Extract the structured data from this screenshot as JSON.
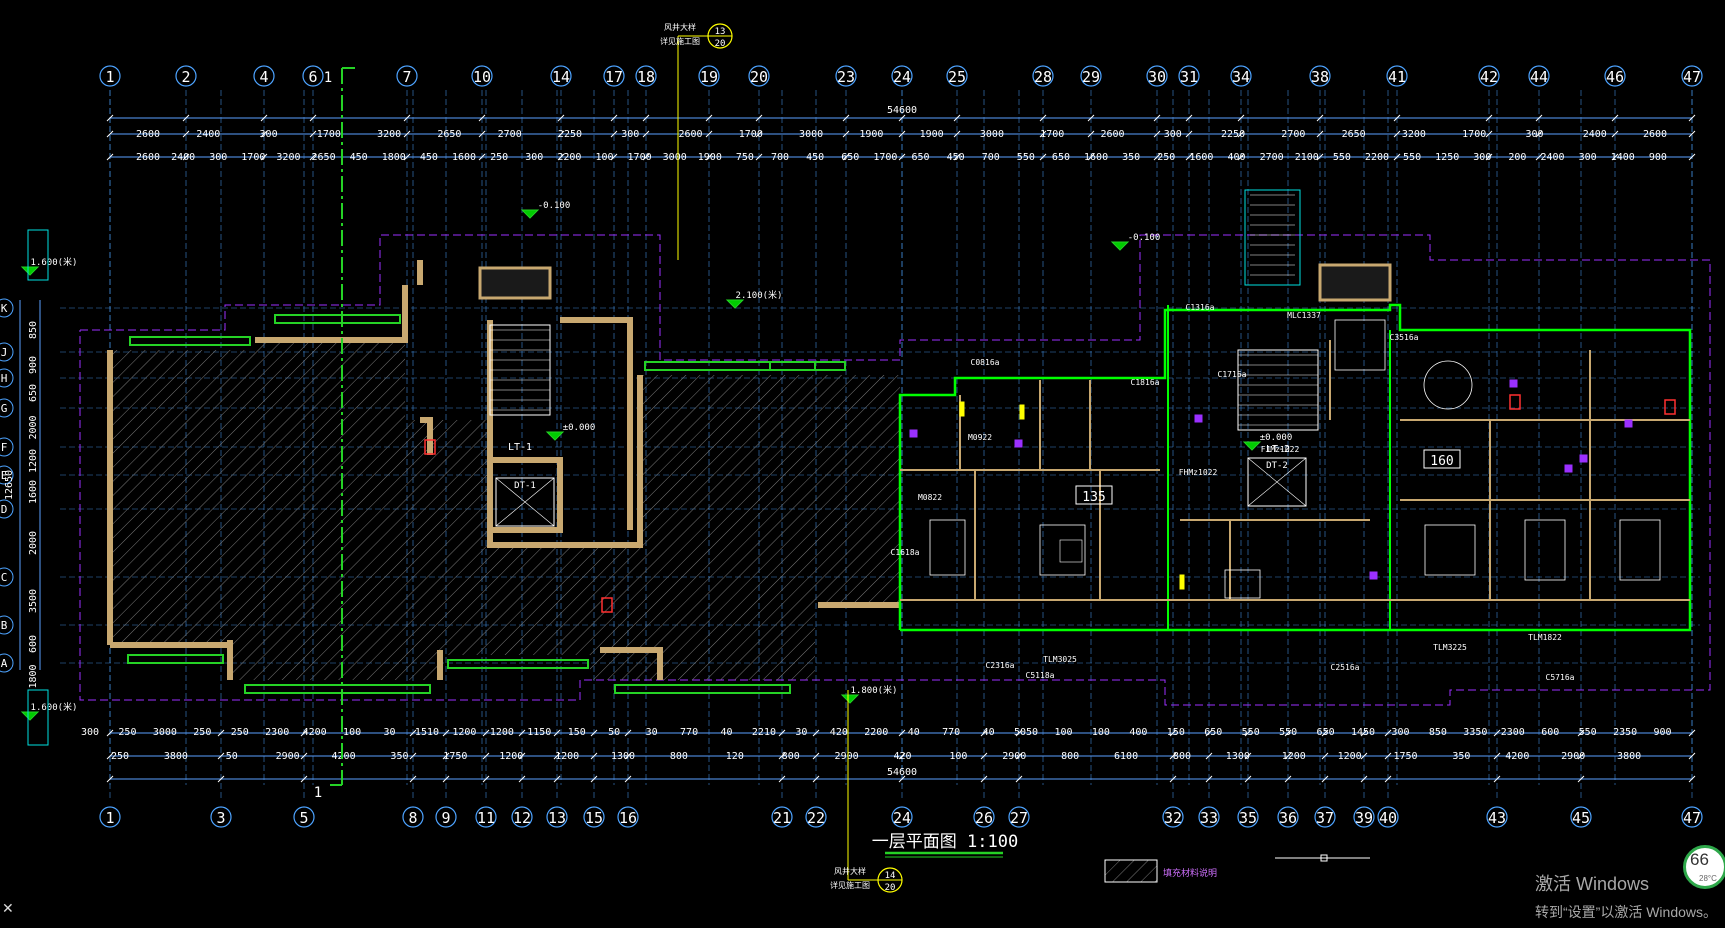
{
  "drawing": {
    "title": "一层平面图 1:100",
    "axes_top": [
      "1",
      "2",
      "4",
      "6",
      "7",
      "10",
      "14",
      "17",
      "18",
      "19",
      "20",
      "23",
      "24",
      "25",
      "28",
      "29",
      "30",
      "31",
      "34",
      "38",
      "41",
      "42",
      "44",
      "46",
      "47"
    ],
    "axes_bottom": [
      "1",
      "3",
      "5",
      "8",
      "9",
      "11",
      "12",
      "13",
      "15",
      "16",
      "21",
      "22",
      "24",
      "26",
      "27",
      "32",
      "33",
      "35",
      "36",
      "37",
      "39",
      "40",
      "43",
      "45",
      "47"
    ],
    "axes_left": [
      "K",
      "J",
      "H",
      "G",
      "F",
      "E",
      "D",
      "C",
      "B",
      "A"
    ],
    "overall_top": "54600",
    "overall_bottom": "54600",
    "dims_top_row1": [
      "2600",
      "2400",
      "300",
      "1700",
      "3200",
      "2650",
      "2700",
      "2250",
      "300",
      "2600",
      "1700",
      "3000",
      "1900",
      "1900",
      "3000",
      "1700",
      "2600",
      "300",
      "2250",
      "2700",
      "2650",
      "3200",
      "1700",
      "300",
      "2400",
      "2600"
    ],
    "dims_top_row2": [
      "2600",
      "2400",
      "300",
      "1700",
      "3200",
      "2650",
      "450",
      "1800",
      "450",
      "1600",
      "250",
      "300",
      "2200",
      "100",
      "1700",
      "3000",
      "1900",
      "750",
      "700",
      "450",
      "650",
      "1700",
      "650",
      "450",
      "700",
      "550",
      "650",
      "1600",
      "350",
      "250",
      "1600",
      "400",
      "2700",
      "2100",
      "550",
      "2200",
      "550",
      "1250",
      "300",
      "200",
      "2400",
      "300",
      "1400",
      "900"
    ],
    "dims_bottom_row1": [
      "300",
      "250",
      "3000",
      "250",
      "250",
      "2300",
      "4200",
      "100",
      "30",
      "1510",
      "1200",
      "1200",
      "1150",
      "150",
      "50",
      "30",
      "770",
      "40",
      "2210",
      "30",
      "420",
      "2200",
      "40",
      "770",
      "40",
      "5050",
      "100",
      "100",
      "400",
      "150",
      "650",
      "550",
      "550",
      "650",
      "1450",
      "300",
      "850",
      "3350",
      "2300",
      "600",
      "550",
      "2350",
      "900"
    ],
    "dims_bottom_row2": [
      "250",
      "3800",
      "50",
      "2900",
      "4200",
      "350",
      "1750",
      "1200",
      "1200",
      "1300",
      "800",
      "120",
      "800",
      "2900",
      "420",
      "100",
      "2900",
      "800",
      "6100",
      "800",
      "1300",
      "1200",
      "1200",
      "1750",
      "350",
      "4200",
      "2900",
      "3800"
    ],
    "dims_left": [
      "850",
      "900",
      "650",
      "2000",
      "1200",
      "1600",
      "2000",
      "3500",
      "600",
      "1800"
    ],
    "room_numbers": [
      "135",
      "160"
    ],
    "elevations": [
      "-0.100",
      "-0.100",
      "±0.000",
      "±0.000",
      "2.100(米)",
      "1.800(米)",
      "1.600(米)",
      "1.600(米)"
    ],
    "stairs": [
      "LT-1",
      "LT-2"
    ],
    "elevators": [
      "DT-1",
      "DT-2"
    ],
    "door_window_labels": [
      "M0822",
      "M0922",
      "C0816a",
      "C1816a",
      "C1716a",
      "C3516a",
      "C5118a",
      "C2316a",
      "C5716a",
      "C2516a",
      "TLM3025",
      "TLM3225",
      "TLM1822",
      "MLC1337",
      "FHMz1022",
      "FJMz1022",
      "C1316a",
      "C1618a"
    ],
    "callout_top_ref": {
      "num": "13",
      "den": "20",
      "lines": [
        "风井大样",
        "详见施工图"
      ]
    },
    "callout_bottom_ref": {
      "num": "14",
      "den": "20",
      "lines": [
        "风井大样",
        "详见施工图"
      ]
    },
    "section_marks": [
      "1",
      "1"
    ],
    "legend_text": "填充材料说明",
    "colors": {
      "bg": "#000000",
      "axis": "#4da3ff",
      "dim": "#5aa0ff",
      "text": "#ffffff",
      "wall": "#c8a870",
      "unit_outline": "#00ff00",
      "hatch": "#7a7a7a",
      "outline_magenta": "#9b30ff",
      "red": "#ff3030",
      "yellow": "#ffff00",
      "cyan": "#00e0e0",
      "green": "#25d225"
    }
  },
  "os": {
    "activation_line1": "激活 Windows",
    "activation_line2": "转到“设置”以激活 Windows。",
    "gauge_value": "66",
    "gauge_temp": "28°C"
  }
}
